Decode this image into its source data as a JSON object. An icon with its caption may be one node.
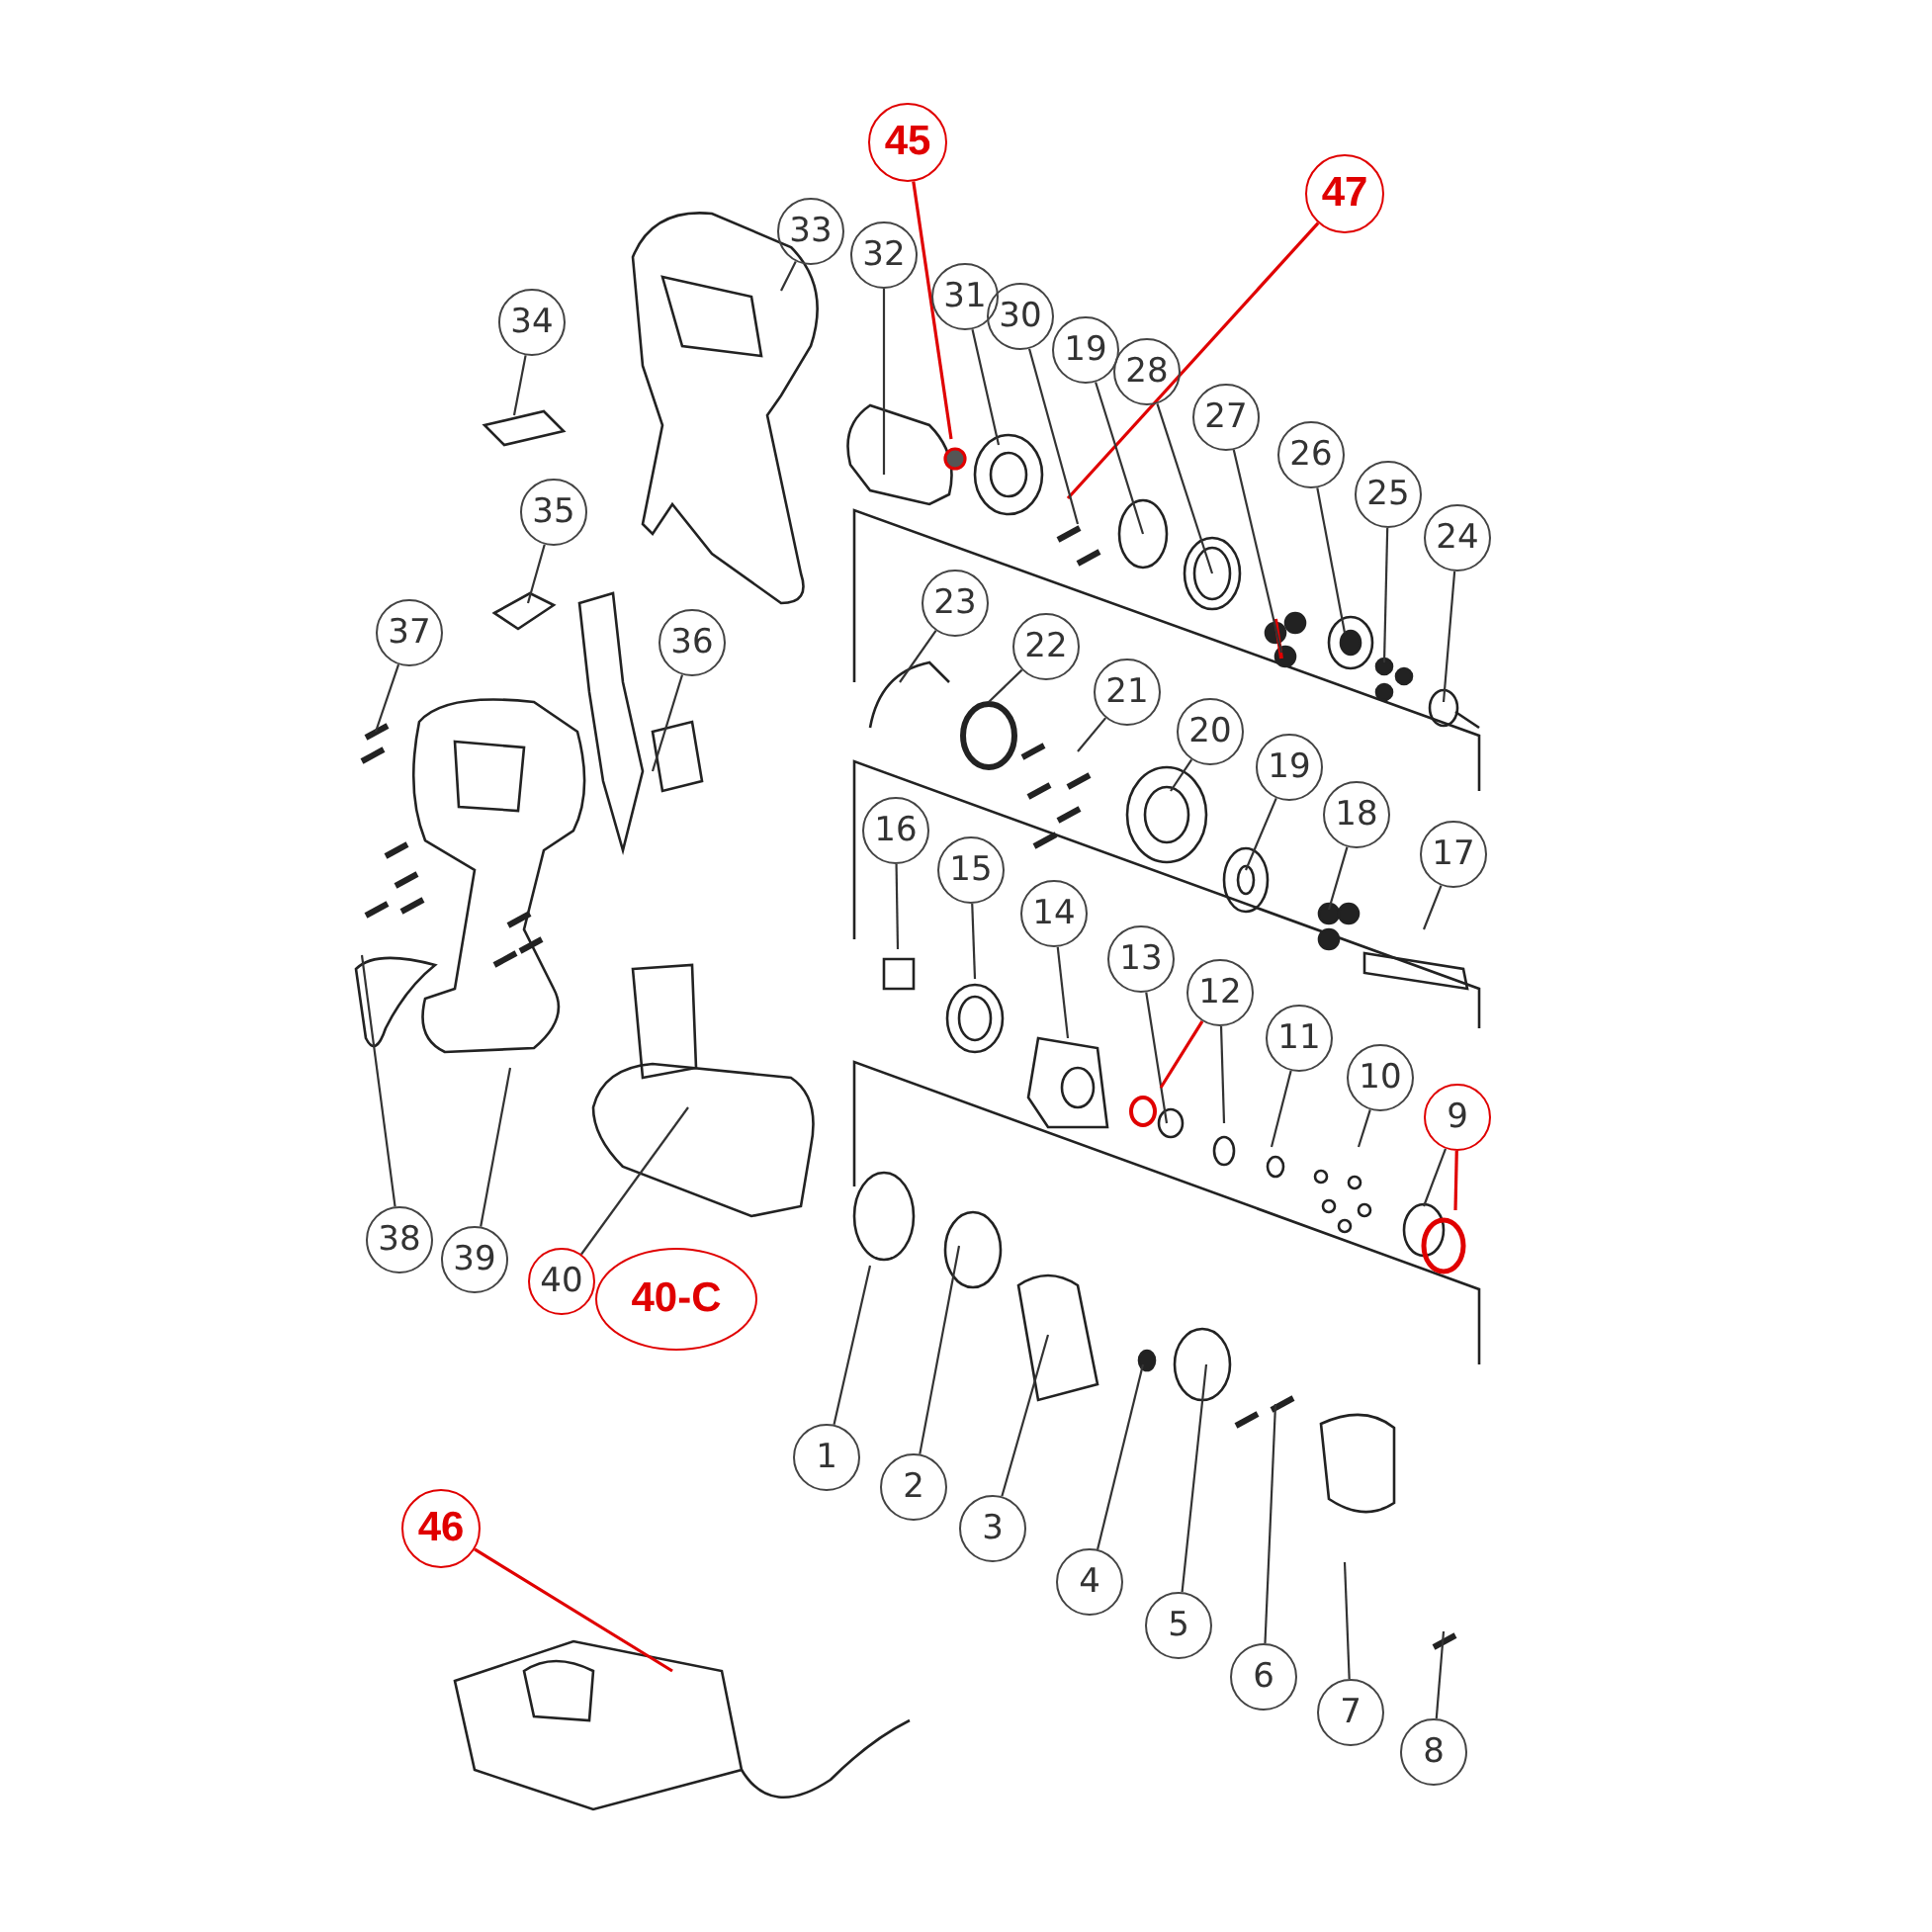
{
  "diagram": {
    "nodes": [
      {
        "text": [
          "45"
        ]
      },
      {
        "text": [
          "47"
        ]
      },
      {
        "text": [
          "33"
        ]
      },
      {
        "text": [
          "32"
        ]
      },
      {
        "text": [
          "31"
        ]
      },
      {
        "text": [
          "30"
        ]
      },
      {
        "text": [
          "34"
        ]
      },
      {
        "text": [
          "19"
        ]
      },
      {
        "text": [
          "28"
        ]
      },
      {
        "text": [
          "27"
        ]
      },
      {
        "text": [
          "26"
        ]
      },
      {
        "text": [
          "25"
        ]
      },
      {
        "text": [
          "35"
        ]
      },
      {
        "text": [
          "24"
        ]
      },
      {
        "text": [
          "23"
        ]
      },
      {
        "text": [
          "37"
        ]
      },
      {
        "text": [
          "36"
        ]
      },
      {
        "text": [
          "22"
        ]
      },
      {
        "text": [
          "21"
        ]
      },
      {
        "text": [
          "20"
        ]
      },
      {
        "text": [
          "19"
        ]
      },
      {
        "text": [
          "18"
        ]
      },
      {
        "text": [
          "16"
        ]
      },
      {
        "text": [
          "17"
        ]
      },
      {
        "text": [
          "15"
        ]
      },
      {
        "text": [
          "14"
        ]
      },
      {
        "text": [
          "13"
        ]
      },
      {
        "text": [
          "12"
        ]
      },
      {
        "text": [
          "11"
        ]
      },
      {
        "text": [
          "10"
        ]
      },
      {
        "text": [
          "9"
        ]
      },
      {
        "text": [
          "38"
        ]
      },
      {
        "text": [
          "39"
        ]
      },
      {
        "text": [
          "40"
        ]
      },
      {
        "text": [
          "40-C"
        ]
      },
      {
        "text": [
          "1"
        ]
      },
      {
        "text": [
          "2"
        ]
      },
      {
        "text": [
          "46"
        ]
      },
      {
        "text": [
          "3"
        ]
      },
      {
        "text": [
          "4"
        ]
      },
      {
        "text": [
          "5"
        ]
      },
      {
        "text": [
          "6"
        ]
      },
      {
        "text": [
          "7"
        ]
      },
      {
        "text": [
          "8"
        ]
      }
    ],
    "edges": [
      {
        "from": 0,
        "to": null,
        "arrow": "none",
        "color": "#e00000"
      },
      {
        "from": 1,
        "to": null,
        "arrow": "none",
        "color": "#e00000"
      },
      {
        "from": 2,
        "to": null,
        "arrow": "none"
      },
      {
        "from": 3,
        "to": null,
        "arrow": "none"
      },
      {
        "from": 4,
        "to": null,
        "arrow": "none"
      },
      {
        "from": 5,
        "to": null,
        "arrow": "none"
      },
      {
        "from": 6,
        "to": null,
        "arrow": "none"
      },
      {
        "from": 7,
        "to": null,
        "arrow": "none"
      },
      {
        "from": 8,
        "to": null,
        "arrow": "none"
      },
      {
        "from": 9,
        "to": null,
        "arrow": "none"
      },
      {
        "from": 10,
        "to": null,
        "arrow": "none"
      },
      {
        "from": 11,
        "to": null,
        "arrow": "none"
      },
      {
        "from": 12,
        "to": null,
        "arrow": "none"
      },
      {
        "from": 13,
        "to": null,
        "arrow": "none"
      },
      {
        "from": 14,
        "to": null,
        "arrow": "none"
      },
      {
        "from": 15,
        "to": null,
        "arrow": "none"
      },
      {
        "from": 16,
        "to": null,
        "arrow": "none"
      },
      {
        "from": 17,
        "to": null,
        "arrow": "none"
      },
      {
        "from": 18,
        "to": null,
        "arrow": "none"
      },
      {
        "from": 19,
        "to": null,
        "arrow": "none"
      },
      {
        "from": 20,
        "to": null,
        "arrow": "none"
      },
      {
        "from": 21,
        "to": null,
        "arrow": "none"
      },
      {
        "from": 22,
        "to": null,
        "arrow": "none"
      },
      {
        "from": 23,
        "to": null,
        "arrow": "none"
      },
      {
        "from": 24,
        "to": null,
        "arrow": "none"
      },
      {
        "from": 25,
        "to": null,
        "arrow": "none"
      },
      {
        "from": 26,
        "to": null,
        "arrow": "none"
      },
      {
        "from": 27,
        "to": null,
        "arrow": "none",
        "color": "#e00000"
      },
      {
        "from": 27,
        "to": null,
        "arrow": "none"
      },
      {
        "from": 28,
        "to": null,
        "arrow": "none"
      },
      {
        "from": 29,
        "to": null,
        "arrow": "none"
      },
      {
        "from": 30,
        "to": null,
        "arrow": "none"
      },
      {
        "from": 30,
        "to": null,
        "arrow": "none",
        "color": "#e00000"
      },
      {
        "from": 31,
        "to": null,
        "arrow": "none"
      },
      {
        "from": 32,
        "to": null,
        "arrow": "none"
      },
      {
        "from": 33,
        "to": null,
        "arrow": "none"
      },
      {
        "from": 35,
        "to": null,
        "arrow": "none"
      },
      {
        "from": 36,
        "to": null,
        "arrow": "none"
      },
      {
        "from": 37,
        "to": null,
        "arrow": "none",
        "color": "#e00000"
      },
      {
        "from": 38,
        "to": null,
        "arrow": "none"
      },
      {
        "from": 39,
        "to": null,
        "arrow": "none"
      },
      {
        "from": 40,
        "to": null,
        "arrow": "none"
      },
      {
        "from": 41,
        "to": null,
        "arrow": "none"
      },
      {
        "from": 42,
        "to": null,
        "arrow": "none"
      },
      {
        "from": 43,
        "to": null,
        "arrow": "none"
      }
    ]
  }
}
